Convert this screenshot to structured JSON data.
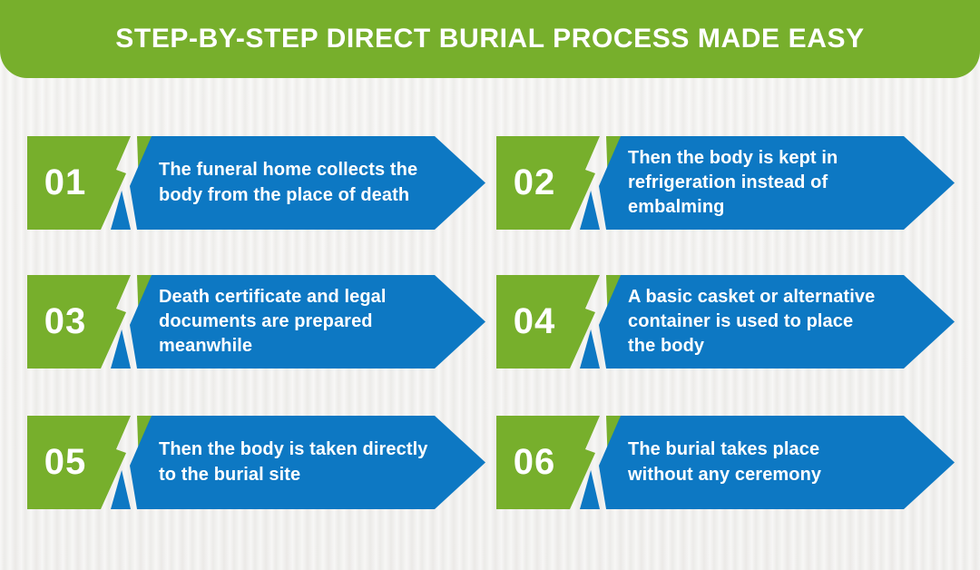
{
  "header": {
    "title": "STEP-BY-STEP DIRECT BURIAL PROCESS MADE EASY"
  },
  "colors": {
    "step_green": "#77af2c",
    "step_blue": "#0d78c3",
    "background": "#f0efed",
    "text_white": "#ffffff"
  },
  "steps": [
    {
      "number": "01",
      "text": "The funeral home collects the\nbody from the place of death"
    },
    {
      "number": "02",
      "text": "Then the body is kept in\nrefrigeration instead of\nembalming"
    },
    {
      "number": "03",
      "text": "Death certificate and legal\ndocuments are prepared\nmeanwhile"
    },
    {
      "number": "04",
      "text": "A basic casket or alternative\ncontainer is used to place\nthe body"
    },
    {
      "number": "05",
      "text": "Then the body is taken directly\nto the burial site"
    },
    {
      "number": "06",
      "text": "The burial takes place\nwithout any ceremony"
    }
  ]
}
